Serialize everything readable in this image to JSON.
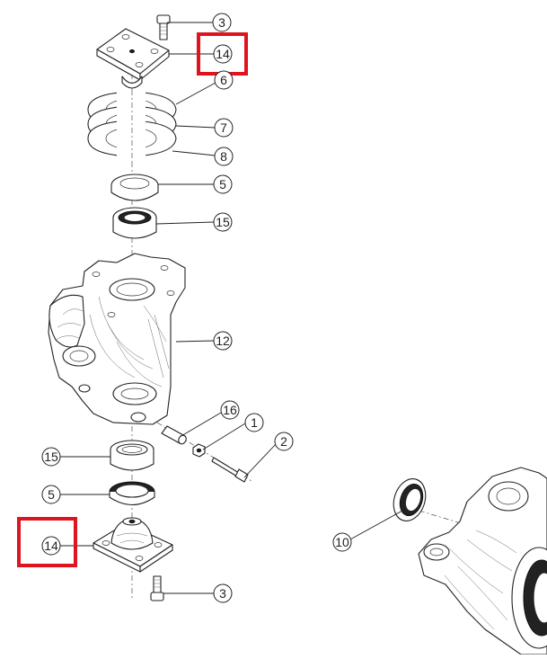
{
  "callouts": [
    {
      "id": "c3-top",
      "label": "3"
    },
    {
      "id": "c14-top",
      "label": "14",
      "highlighted": true
    },
    {
      "id": "c6",
      "label": "6"
    },
    {
      "id": "c7",
      "label": "7"
    },
    {
      "id": "c8",
      "label": "8"
    },
    {
      "id": "c5-top",
      "label": "5"
    },
    {
      "id": "c15-top",
      "label": "15"
    },
    {
      "id": "c12",
      "label": "12"
    },
    {
      "id": "c16",
      "label": "16"
    },
    {
      "id": "c1",
      "label": "1"
    },
    {
      "id": "c2",
      "label": "2"
    },
    {
      "id": "c15-bottom",
      "label": "15"
    },
    {
      "id": "c5-bottom",
      "label": "5"
    },
    {
      "id": "c14-bottom",
      "label": "14",
      "highlighted": true
    },
    {
      "id": "c3-bottom",
      "label": "3"
    },
    {
      "id": "c10",
      "label": "10"
    }
  ],
  "highlight_color": "#e0141e"
}
